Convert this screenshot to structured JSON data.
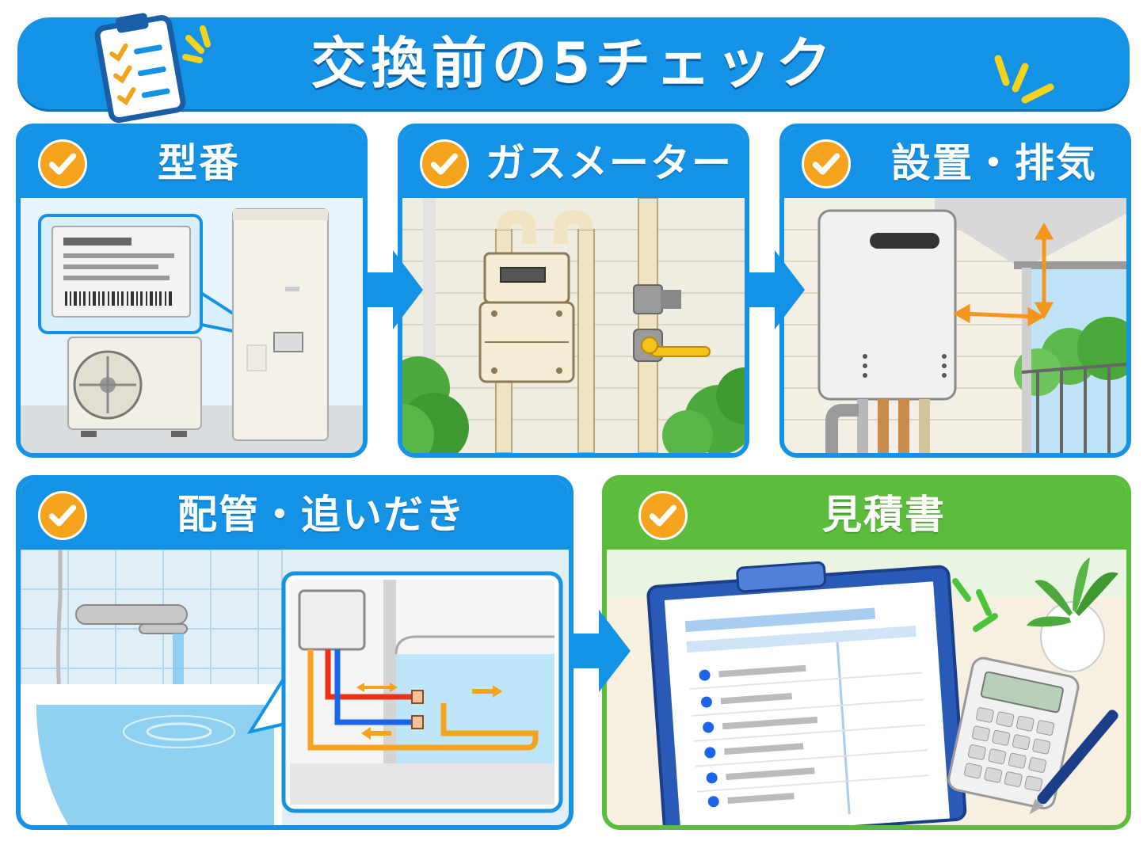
{
  "title": "交換前の5チェック",
  "colors": {
    "primary_blue": "#1492e6",
    "green": "#5cbc3b",
    "check_orange": "#f5a21c"
  },
  "panels": [
    {
      "label": "型番"
    },
    {
      "label": "ガスメーター"
    },
    {
      "label": "設置・排気"
    },
    {
      "label": "配管・追いだき"
    },
    {
      "label": "見積書"
    }
  ]
}
